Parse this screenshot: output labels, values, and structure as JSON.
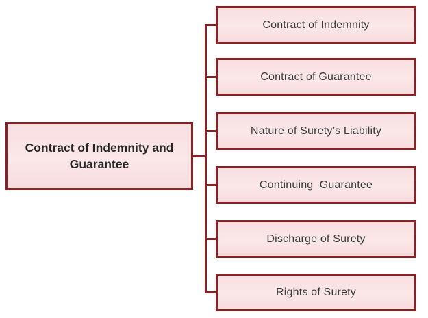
{
  "diagram": {
    "title": "Contract of Indemnity and Guarantee concept map",
    "colors": {
      "border": "#8c2125",
      "box_fill": "#fae3e4",
      "child_text": "#3a3a3a",
      "root_text": "#262626",
      "background": "#ffffff"
    },
    "root": {
      "label": "Contract of Indemnity and Guarantee"
    },
    "children": [
      {
        "label": "Contract of Indemnity"
      },
      {
        "label": "Contract of Guarantee"
      },
      {
        "label": "Nature of Surety’s Liability"
      },
      {
        "label": "Continuing  Guarantee"
      },
      {
        "label": "Discharge of Surety"
      },
      {
        "label": "Rights of Surety"
      }
    ]
  }
}
